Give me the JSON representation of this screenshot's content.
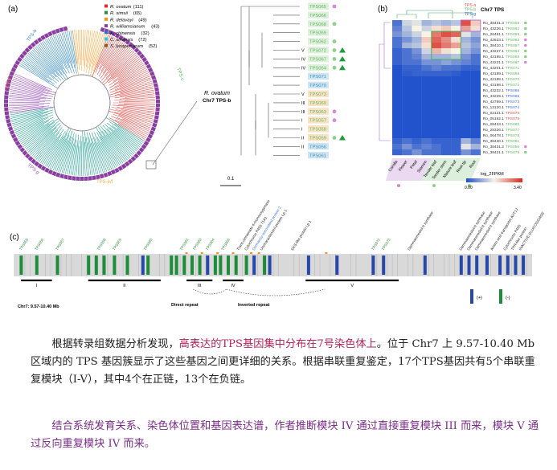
{
  "panel_a": {
    "label": "(a)",
    "legend": [
      {
        "name": "R. ovatum",
        "count": "(111)",
        "color": "#e8262a"
      },
      {
        "name": "R. simsii",
        "count": "(65)",
        "color": "#2e8b3c"
      },
      {
        "name": "R. delavayi",
        "count": "(49)",
        "color": "#f29422"
      },
      {
        "name": "R. williamsianum",
        "count": "(43)",
        "color": "#8a3fa0"
      },
      {
        "name": "A. chinensis",
        "count": "(32)",
        "color": "#2f6fc0"
      },
      {
        "name": "C. sinensis",
        "count": "(72)",
        "color": "#39c1d6"
      },
      {
        "name": "S. lycopersicum",
        "count": "(52)",
        "color": "#8b5a2b"
      }
    ],
    "clades": [
      {
        "name": "TPS-a",
        "color": "#d9534f"
      },
      {
        "name": "TPS-b",
        "color": "#3c8dbc"
      },
      {
        "name": "TPS-c",
        "color": "#5cb85c"
      },
      {
        "name": "TPS-e/f",
        "color": "#f0ad4e"
      },
      {
        "name": "TPS-g",
        "color": "#9b59b6"
      }
    ],
    "inset_title": "R. ovatum",
    "inset_subtitle": "Chr7 TPS-b",
    "scale": "0.1",
    "tree_leaves": [
      {
        "id": "TPS065",
        "mod": "",
        "mark": "pink"
      },
      {
        "id": "TPS066",
        "mod": "",
        "mark": ""
      },
      {
        "id": "TPS068",
        "mod": "",
        "mark": "green"
      },
      {
        "id": "TPS069",
        "mod": "",
        "mark": ""
      },
      {
        "id": "TPS062",
        "mod": "",
        "mark": "green"
      },
      {
        "id": "TPS072",
        "mod": "V",
        "mark": "tri"
      },
      {
        "id": "TPS067",
        "mod": "IV",
        "mark": "tri"
      },
      {
        "id": "TPS064",
        "mod": "IV",
        "mark": "tri"
      },
      {
        "id": "TPS071",
        "mod": "",
        "mark": ""
      },
      {
        "id": "TPS070",
        "mod": "",
        "mark": ""
      },
      {
        "id": "TPS073",
        "mod": "V",
        "mark": ""
      },
      {
        "id": "TPS060",
        "mod": "III",
        "mark": ""
      },
      {
        "id": "TPS063",
        "mod": "III",
        "mark": "pink"
      },
      {
        "id": "TPS057",
        "mod": "I",
        "mark": "pink"
      },
      {
        "id": "TPS058",
        "mod": "I",
        "mark": ""
      },
      {
        "id": "TPS059",
        "mod": "II",
        "mark": "tri"
      },
      {
        "id": "TPS056",
        "mod": "II",
        "mark": ""
      },
      {
        "id": "TPS061",
        "mod": "",
        "mark": ""
      }
    ]
  },
  "panel_b": {
    "label": "(b)",
    "title": "Chr7 TPS",
    "clade_legend": [
      {
        "name": "TPS-a",
        "color": "#d9534f"
      },
      {
        "name": "TPS-b",
        "color": "#5cb85c"
      },
      {
        "name": "TPS-g",
        "color": "#3c6fd0"
      }
    ],
    "tissues": [
      "Corolla",
      "Flower",
      "Petal",
      "Stamen",
      "Tender leaf",
      "Tender stem",
      "Mature leaf",
      "Root tip",
      "Root"
    ],
    "rows": [
      {
        "gene": "Ro_38431.3",
        "tps": "TPS058",
        "color": "#5cb85c",
        "mark": "green"
      },
      {
        "gene": "Ro_43226.1",
        "tps": "TPS062",
        "color": "#5cb85c",
        "mark": "green"
      },
      {
        "gene": "Ro_26451.1",
        "tps": "TPS059",
        "color": "#5cb85c",
        "mark": "green"
      },
      {
        "gene": "Ro_42633.1",
        "tps": "TPS063",
        "color": "#5cb85c",
        "mark": "pink"
      },
      {
        "gene": "Ro_38410.1",
        "tps": "TPS057",
        "color": "#5cb85c",
        "mark": "pink"
      },
      {
        "gene": "Ro_43227.1",
        "tps": "TPS064",
        "color": "#5cb85c",
        "mark": "green"
      },
      {
        "gene": "Ro_42195.1",
        "tps": "TPS068",
        "color": "#5cb85c",
        "mark": "green"
      },
      {
        "gene": "Ro_43231.1",
        "tps": "TPS067",
        "color": "#5cb85c",
        "mark": "pink"
      },
      {
        "gene": "Ro_43201.1",
        "tps": "TPS071",
        "color": "#5cb85c",
        "mark": ""
      },
      {
        "gene": "Ro_43199.1",
        "tps": "TPS069",
        "color": "#5cb85c",
        "mark": ""
      },
      {
        "gene": "Ro_42185.1",
        "tps": "TPS070",
        "color": "#5cb85c",
        "mark": ""
      },
      {
        "gene": "Ro_43198.1",
        "tps": "TPS072",
        "color": "#5cb85c",
        "mark": ""
      },
      {
        "gene": "Ro_43232.1",
        "tps": "TPS066",
        "color": "#3c6fd0",
        "mark": ""
      },
      {
        "gene": "Ro_43229.1",
        "tps": "TPS065",
        "color": "#3c6fd0",
        "mark": ""
      },
      {
        "gene": "Ro_42769.1",
        "tps": "TPS073",
        "color": "#3c6fd0",
        "mark": ""
      },
      {
        "gene": "Ro_13120.1",
        "tps": "TPS074",
        "color": "#3c6fd0",
        "mark": ""
      },
      {
        "gene": "Ro_02121.1",
        "tps": "TPS076",
        "color": "#d9534f",
        "mark": ""
      },
      {
        "gene": "Ro_05152.1",
        "tps": "TPS075",
        "color": "#d9534f",
        "mark": ""
      },
      {
        "gene": "Ro_08423.1",
        "tps": "TPS060",
        "color": "#5cb85c",
        "mark": ""
      },
      {
        "gene": "Ro_28326.1",
        "tps": "TPS077",
        "color": "#5cb85c",
        "mark": ""
      },
      {
        "gene": "Ro_06478.1",
        "tps": "TPS078",
        "color": "#5cb85c",
        "mark": ""
      },
      {
        "gene": "Ro_38430.1",
        "tps": "TPS061",
        "color": "#5cb85c",
        "mark": ""
      },
      {
        "gene": "Ro_38431.2",
        "tps": "TPS056",
        "color": "#5cb85c",
        "mark": "pink"
      },
      {
        "gene": "Ro_38421.1",
        "tps": "TPS079",
        "color": "#5cb85c",
        "mark": "green"
      }
    ],
    "values": [
      [
        0.1,
        0.4,
        0.45,
        0.3,
        0.35,
        0.3,
        0.35,
        0.9,
        0.6
      ],
      [
        0.15,
        0.35,
        0.5,
        0.4,
        0.55,
        0.6,
        0.5,
        0.7,
        0.55
      ],
      [
        0.2,
        0.3,
        0.4,
        0.5,
        0.8,
        0.9,
        0.85,
        0.45,
        0.3
      ],
      [
        0.1,
        0.2,
        0.3,
        0.6,
        0.85,
        0.75,
        0.55,
        0.3,
        0.2
      ],
      [
        0.1,
        0.3,
        0.35,
        0.55,
        0.9,
        0.8,
        0.7,
        0.35,
        0.25
      ],
      [
        0.05,
        0.1,
        0.2,
        0.4,
        0.65,
        0.55,
        0.5,
        0.3,
        0.2
      ],
      [
        0.05,
        0.1,
        0.15,
        0.3,
        0.3,
        0.3,
        0.35,
        0.2,
        0.1
      ],
      [
        0.05,
        0.1,
        0.1,
        0.2,
        0.2,
        0.25,
        0.2,
        0.15,
        0.1
      ],
      [
        0.02,
        0.05,
        0.05,
        0.1,
        0.15,
        0.1,
        0.1,
        0.05,
        0.05
      ],
      [
        0.02,
        0.03,
        0.05,
        0.05,
        0.05,
        0.05,
        0.03,
        0.02,
        0.02
      ],
      [
        0.0,
        0.02,
        0.02,
        0.02,
        0.02,
        0.02,
        0.02,
        0.0,
        0.0
      ],
      [
        0.0,
        0.0,
        0.0,
        0.0,
        0.0,
        0.0,
        0.0,
        0.0,
        0.0
      ],
      [
        0.0,
        0.0,
        0.0,
        0.0,
        0.0,
        0.0,
        0.0,
        0.0,
        0.0
      ],
      [
        0.0,
        0.0,
        0.0,
        0.0,
        0.0,
        0.0,
        0.0,
        0.0,
        0.0
      ],
      [
        0.0,
        0.0,
        0.0,
        0.0,
        0.0,
        0.0,
        0.0,
        0.0,
        0.0
      ],
      [
        0.0,
        0.0,
        0.0,
        0.0,
        0.0,
        0.0,
        0.0,
        0.0,
        0.0
      ],
      [
        0.0,
        0.0,
        0.0,
        0.0,
        0.0,
        0.0,
        0.0,
        0.0,
        0.0
      ],
      [
        0.0,
        0.0,
        0.0,
        0.0,
        0.0,
        0.0,
        0.0,
        0.0,
        0.0
      ],
      [
        0.0,
        0.0,
        0.0,
        0.0,
        0.0,
        0.0,
        0.0,
        0.0,
        0.0
      ],
      [
        0.0,
        0.0,
        0.0,
        0.0,
        0.0,
        0.0,
        0.0,
        0.0,
        0.0
      ],
      [
        0.0,
        0.0,
        0.0,
        0.0,
        0.0,
        0.0,
        0.0,
        0.0,
        0.0
      ],
      [
        0.05,
        0.1,
        0.05,
        0.1,
        0.05,
        0.05,
        0.05,
        0.3,
        0.15
      ],
      [
        0.1,
        0.2,
        0.1,
        0.15,
        0.1,
        0.05,
        0.05,
        0.45,
        0.3
      ],
      [
        0.05,
        0.1,
        0.2,
        0.1,
        0.1,
        0.05,
        0.05,
        0.2,
        0.1
      ]
    ],
    "scale_label": "log_2FPKM",
    "scale_min": "0.00",
    "scale_max": "3.40",
    "bottom_marks": [
      "pink",
      "green",
      "green"
    ]
  },
  "panel_c": {
    "label": "(c)",
    "chr_label": "Chr7: 9.57-10.40 Mb",
    "strand_legend": [
      {
        "sign": "(+)",
        "color": "#2748a8"
      },
      {
        "sign": "(-)",
        "color": "#1e8c3a"
      }
    ],
    "blocks": [
      {
        "id": "I",
        "x0": 0.0,
        "x1": 0.06
      },
      {
        "id": "II",
        "x0": 0.13,
        "x1": 0.27
      },
      {
        "id": "III",
        "x0": 0.32,
        "x1": 0.37
      },
      {
        "id": "IV",
        "x0": 0.39,
        "x1": 0.43
      },
      {
        "id": "V",
        "x0": 0.55,
        "x1": 0.73
      }
    ],
    "direct_label": "Direct repeat",
    "inverted_label": "Inverted repeat",
    "top_labels": [
      {
        "t": "TPS055",
        "c": "#2e8b3c",
        "x": 0.01
      },
      {
        "t": "TPS056",
        "c": "#2e8b3c",
        "x": 0.04
      },
      {
        "t": "TPS057",
        "c": "#2e8b3c",
        "x": 0.08
      },
      {
        "t": "TPS058",
        "c": "#2e8b3c",
        "x": 0.16
      },
      {
        "t": "TPS059",
        "c": "#2e8b3c",
        "x": 0.19
      },
      {
        "t": "TPS060",
        "c": "#2e8b3c",
        "x": 0.25
      },
      {
        "t": "TPS062",
        "c": "#2e8b3c",
        "x": 0.32
      },
      {
        "t": "TPS063",
        "c": "#2e8b3c",
        "x": 0.345
      },
      {
        "t": "TPS064",
        "c": "#2e8b3c",
        "x": 0.37
      },
      {
        "t": "TPS066",
        "c": "#2e8b3c",
        "x": 0.4
      },
      {
        "t": "Trans-cinnamate 4-monooxygenase",
        "c": "#222222",
        "x": 0.43
      },
      {
        "t": "Cytochrome P450 71A1",
        "c": "#222222",
        "x": 0.445
      },
      {
        "t": "Dormancy-associated protein 2",
        "c": "#3c6fd0",
        "x": 0.46
      },
      {
        "t": "Uncharacterized protein Lp 1",
        "c": "#222222",
        "x": 0.475
      },
      {
        "t": "EKS-like protein Lp 1",
        "c": "#222222",
        "x": 0.535
      },
      {
        "t": "TPS072",
        "c": "#2e8b3c",
        "x": 0.69
      },
      {
        "t": "TPS073",
        "c": "#2e8b3c",
        "x": 0.71
      },
      {
        "t": "Dammarenediol-II synthase",
        "c": "#222222",
        "x": 0.76
      },
      {
        "t": "Dammarenediol-II synthase",
        "c": "#222222",
        "x": 0.86
      },
      {
        "t": "Dammarenediol-II synthase",
        "c": "#222222",
        "x": 0.875
      },
      {
        "t": "Dammarenediol-II synthase",
        "c": "#222222",
        "x": 0.89
      },
      {
        "t": "Amino acid transporter AVT1J",
        "c": "#222222",
        "x": 0.92
      },
      {
        "t": "Cytochrome P450",
        "c": "#222222",
        "x": 0.945
      },
      {
        "t": "TPR-like protein",
        "c": "#222222",
        "x": 0.96
      },
      {
        "t": "INACTIVE GLUCOSIDASE",
        "c": "#222222",
        "x": 0.975
      }
    ],
    "genes": [
      {
        "x": 0.01,
        "s": "-"
      },
      {
        "x": 0.04,
        "s": "-"
      },
      {
        "x": 0.08,
        "s": "-"
      },
      {
        "x": 0.14,
        "s": "-"
      },
      {
        "x": 0.155,
        "s": "-"
      },
      {
        "x": 0.17,
        "s": "-"
      },
      {
        "x": 0.19,
        "s": "-"
      },
      {
        "x": 0.215,
        "s": "-"
      },
      {
        "x": 0.245,
        "s": "+"
      },
      {
        "x": 0.255,
        "s": "-"
      },
      {
        "x": 0.3,
        "s": "-"
      },
      {
        "x": 0.31,
        "s": "-"
      },
      {
        "x": 0.325,
        "s": "-"
      },
      {
        "x": 0.34,
        "s": "-"
      },
      {
        "x": 0.355,
        "s": "-"
      },
      {
        "x": 0.37,
        "s": "+"
      },
      {
        "x": 0.385,
        "s": "-"
      },
      {
        "x": 0.395,
        "s": "-"
      },
      {
        "x": 0.41,
        "s": "-"
      },
      {
        "x": 0.425,
        "s": "-"
      },
      {
        "x": 0.445,
        "s": "-"
      },
      {
        "x": 0.46,
        "s": "+"
      },
      {
        "x": 0.48,
        "s": "-"
      },
      {
        "x": 0.49,
        "s": "+"
      },
      {
        "x": 0.565,
        "s": "+"
      },
      {
        "x": 0.62,
        "s": "+"
      },
      {
        "x": 0.69,
        "s": "+"
      },
      {
        "x": 0.71,
        "s": "+"
      },
      {
        "x": 0.79,
        "s": "+"
      },
      {
        "x": 0.86,
        "s": "+"
      },
      {
        "x": 0.875,
        "s": "+"
      },
      {
        "x": 0.89,
        "s": "+"
      },
      {
        "x": 0.91,
        "s": "+"
      },
      {
        "x": 0.935,
        "s": "+"
      },
      {
        "x": 0.95,
        "s": "+"
      },
      {
        "x": 0.965,
        "s": "+"
      },
      {
        "x": 0.98,
        "s": "+"
      }
    ]
  },
  "text": {
    "p1_a": "根据转录组数据分析发现，",
    "p1_hl": "高表达的TPS基因集中分布在7号染色体上",
    "p1_b": "。位于 Chr7 上 9.57-10.40 Mb 区域内的 TPS 基因簇显示了这些基因之间更详细的关系。根据串联重复鉴定，17个TPS基因共有5个串联重复模块（I-V），其中4个在正链，13个在负链。",
    "p2": "结合系统发育关系、染色体位置和基因表达谱，作者推断模块 IV 通过直接重复模块 III 而来，模块 V 通过反向重复模块 IV 而来。"
  }
}
